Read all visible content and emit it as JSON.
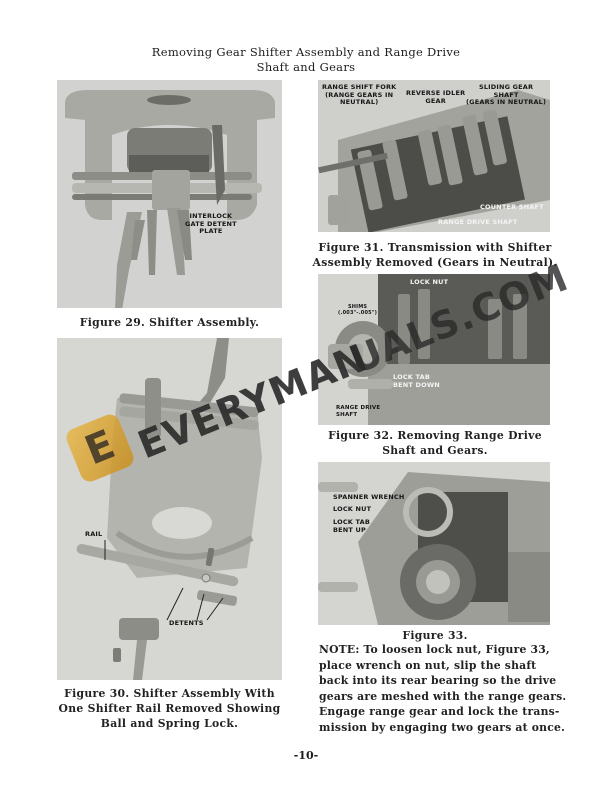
{
  "header": {
    "title_line1": "Removing Gear Shifter Assembly and Range Drive",
    "title_line2": "Shaft and Gears"
  },
  "figures": {
    "fig29": {
      "caption": "Figure 29.  Shifter Assembly.",
      "labels": {
        "interlock_line1": "INTERLOCK",
        "interlock_line2": "GATE DETENT",
        "interlock_line3": "PLATE"
      }
    },
    "fig30": {
      "caption_line1": "Figure 30.  Shifter Assembly With",
      "caption_line2": "One Shifter Rail Removed Showing",
      "caption_line3": "Ball and Spring Lock.",
      "labels": {
        "rail": "RAIL",
        "detents": "DETENTS"
      }
    },
    "fig31": {
      "caption_line1": "Figure 31.  Transmission with Shifter",
      "caption_line2": "Assembly Removed (Gears in Neutral).",
      "labels": {
        "range_shift_fork_line1": "RANGE SHIFT FORK",
        "range_shift_fork_line2": "(RANGE GEARS IN",
        "range_shift_fork_line3": "NEUTRAL)",
        "reverse_idler_line1": "REVERSE IDLER",
        "reverse_idler_line2": "GEAR",
        "sliding_gear_line1": "SLIDING GEAR",
        "sliding_gear_line2": "SHAFT",
        "sliding_gear_line3": "(GEARS IN NEUTRAL)",
        "counter_shaft": "COUNTER SHAFT",
        "range_drive_shaft": "RANGE DRIVE SHAFT"
      }
    },
    "fig32": {
      "caption_line1": "Figure 32.  Removing Range Drive",
      "caption_line2": "Shaft and Gears.",
      "labels": {
        "shims_line1": "SHIMS",
        "shims_line2": "(.003\"-.005\")",
        "lock_nut": "LOCK NUT",
        "lock_tab_line1": "LOCK TAB",
        "lock_tab_line2": "BENT DOWN",
        "range_drive_line1": "RANGE DRIVE",
        "range_drive_line2": "SHAFT"
      }
    },
    "fig33": {
      "caption": "Figure 33.",
      "labels": {
        "spanner_wrench": "SPANNER WRENCH",
        "lock_nut": "LOCK NUT",
        "lock_tab_line1": "LOCK TAB",
        "lock_tab_line2": "BENT UP"
      }
    }
  },
  "note": {
    "lines": [
      "NOTE:  To loosen lock nut, Figure 33,",
      "place wrench on nut, slip the shaft",
      "back into its rear bearing so the drive",
      "gears are meshed with the range gears.",
      "Engage range gear and lock the trans-",
      "mission by engaging two gears at once."
    ]
  },
  "watermark": {
    "text_left": "EVERYMAN",
    "text_right": "UALS.COM",
    "logo_letter": "E",
    "logo_color": "#d9a53a"
  },
  "footer": {
    "page_number": "-10-"
  }
}
